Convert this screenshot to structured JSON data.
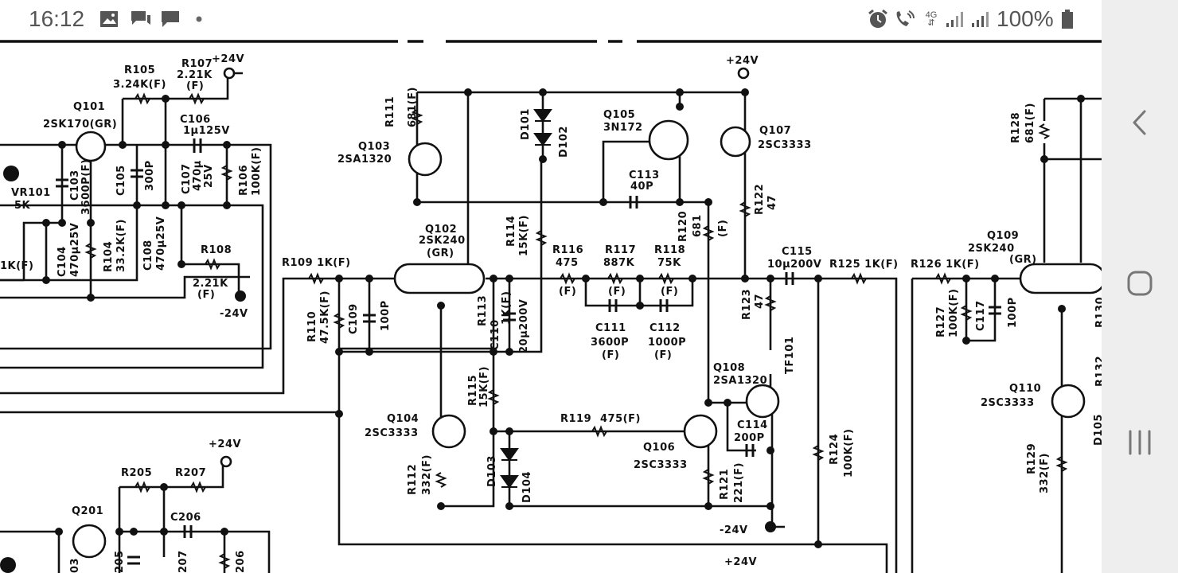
{
  "status_bar": {
    "time": "16:12",
    "battery_percent": "100%",
    "network": "4G",
    "left_icons": [
      "image-icon",
      "chat-bubbles-icon",
      "message-icon",
      "dot-icon"
    ],
    "right_icons": [
      "alarm-icon",
      "wifi-call-icon",
      "signal-icon",
      "signal-icon",
      "battery-icon"
    ]
  },
  "schematic": {
    "labels": {
      "R105": "R105",
      "R105v": "3.24K(F)",
      "R107": "R107",
      "R107v": "2.21K",
      "R107f": "(F)",
      "vplus": "+24V",
      "vminus": "-24V",
      "Q101": "Q101",
      "Q101t": "2SK170(GR)",
      "C106": "C106",
      "C106v": "1µ125V",
      "VR101": "VR101",
      "VR101v": "5K",
      "C103": "C103",
      "C103v": "3600P(F)",
      "C105": "C105",
      "C105v": "300P",
      "C107": "C107",
      "C107v1": "470µ",
      "C107v2": "25V",
      "R106": "R106",
      "R106v": "100K(F)",
      "C104": "C104",
      "C104v": "470µ25V",
      "R104": "R104",
      "R104v": "33.2K(F)",
      "C108": "C108",
      "C108v": "470µ25V",
      "R108": "R108",
      "R108v": "2.21K",
      "R108f": "(F)",
      "R1kF": "1K(F)",
      "R111": "R111",
      "R111v": "681(F)",
      "Q103": "Q103",
      "Q103t": "2SA1320",
      "D101": "D101",
      "D102": "D102",
      "Q105": "Q105",
      "Q105t": "3N172",
      "Q107": "Q107",
      "Q107t": "2SC3333",
      "C113": "C113",
      "C113v": "40P",
      "R120": "R120",
      "R120v": "681",
      "R120f": "(F)",
      "R122": "R122",
      "R122v": "47",
      "Q102": "Q102",
      "Q102t": "2SK240",
      "Q102g": "(GR)",
      "R114": "R114",
      "R114v": "15K(F)",
      "R116": "R116",
      "R116v": "475",
      "R116f": "(F)",
      "R117": "R117",
      "R117v": "887K",
      "R117f": "(F)",
      "R118": "R118",
      "R118v": "75K",
      "R118f": "(F)",
      "R109": "R109 1K(F)",
      "C115": "C115",
      "C115v": "10µ200V",
      "R125": "R125 1K(F)",
      "R126": "R126 1K(F)",
      "Q109": "Q109",
      "Q109t": "2SK240",
      "Q109g": "(GR)",
      "R128": "R128",
      "R128v": "681(F)",
      "R110": "R110",
      "R110v": "47.5K(F)",
      "C109": "C109",
      "C109v": "100P",
      "R113": "R113",
      "R113v": "1K(F)",
      "C110": "C110",
      "C110v": "20µ200V",
      "C111": "C111",
      "C111v": "3600P",
      "C111f": "(F)",
      "C112": "C112",
      "C112v": "1000P",
      "C112f": "(F)",
      "R123": "R123",
      "R123v": "47",
      "TF101": "TF101",
      "R127": "R127",
      "R127v": "100K(F)",
      "C117": "C117",
      "C117v": "100P",
      "R130": "R130",
      "R115": "R115",
      "R115v": "15K(F)",
      "Q108": "Q108",
      "Q108t": "2SA1320",
      "Q110": "Q110",
      "Q110t": "2SC3333",
      "Q104": "Q104",
      "Q104t": "2SC3333",
      "R119": "R119",
      "R119v": "475(F)",
      "C114": "C114",
      "C114v": "200P",
      "Q106": "Q106",
      "Q106t": "2SC3333",
      "R132": "R132",
      "D105": "D105",
      "R124": "R124",
      "R124v": "100K(F)",
      "R112": "R112",
      "R112v": "332(F)",
      "D103": "D103",
      "D104": "D104",
      "R121": "R121",
      "R121v": "221(F)",
      "R129": "R129",
      "R129v": "332(F)",
      "R205": "R205",
      "R207": "R207",
      "Q201": "Q201",
      "C206": "C206",
      "b205": "205",
      "b207": "207",
      "b206": "206",
      "b03": "03"
    }
  },
  "nav_bar": {
    "back": "back-icon",
    "home": "home-icon",
    "recents": "recents-icon"
  },
  "colors": {
    "status_text": "#555555",
    "ink": "#111111",
    "nav_bg": "#eeeeee",
    "nav_icon": "#777777"
  }
}
